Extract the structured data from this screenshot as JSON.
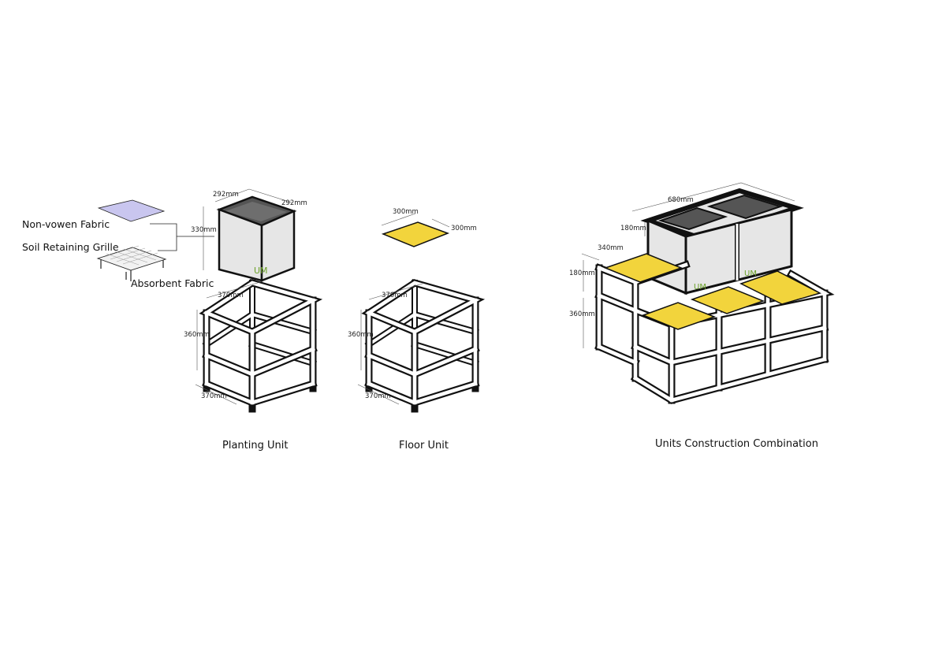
{
  "captions": {
    "planting_unit": "Planting Unit",
    "floor_unit": "Floor Unit",
    "combination": "Units Construction Combination"
  },
  "labels": {
    "non_woven_fabric": "Non-vowen Fabric",
    "soil_retaining_grille": "Soil Retaining Grille",
    "absorbent_fabric": "Absorbent Fabric"
  },
  "logo": "UM",
  "planting_dims": {
    "box_width": "292mm",
    "box_depth": "292mm",
    "box_height": "330mm",
    "frame_width": "370mm",
    "frame_height": "360mm",
    "frame_depth": "370mm"
  },
  "floor_dims": {
    "panel_width": "300mm",
    "panel_depth": "300mm",
    "frame_width": "370mm",
    "frame_height": "360mm",
    "frame_depth": "370mm"
  },
  "combo_dims": {
    "top_width": "680mm",
    "upper_height": "180mm",
    "step_depth": "340mm",
    "step_height": "180mm",
    "base_height": "360mm"
  },
  "colors": {
    "panel_yellow": "#f2d43c",
    "fabric_lavender": "#c9c6ef",
    "box_grey": "#e6e6e6",
    "box_interior": "#555555",
    "logo_green": "#6ca12a"
  }
}
